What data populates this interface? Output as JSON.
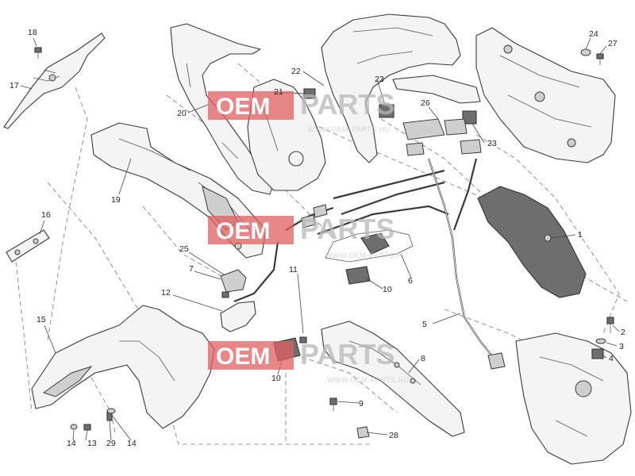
{
  "callouts": [
    {
      "id": "c1",
      "label": "1"
    },
    {
      "id": "c2",
      "label": "2"
    },
    {
      "id": "c3",
      "label": "3"
    },
    {
      "id": "c4",
      "label": "4"
    },
    {
      "id": "c5",
      "label": "5"
    },
    {
      "id": "c6",
      "label": "6"
    },
    {
      "id": "c7",
      "label": "7"
    },
    {
      "id": "c8",
      "label": "8"
    },
    {
      "id": "c9",
      "label": "9"
    },
    {
      "id": "c10a",
      "label": "10"
    },
    {
      "id": "c10b",
      "label": "10"
    },
    {
      "id": "c11",
      "label": "11"
    },
    {
      "id": "c12",
      "label": "12"
    },
    {
      "id": "c13",
      "label": "13"
    },
    {
      "id": "c14a",
      "label": "14"
    },
    {
      "id": "c14b",
      "label": "14"
    },
    {
      "id": "c15",
      "label": "15"
    },
    {
      "id": "c16",
      "label": "16"
    },
    {
      "id": "c17",
      "label": "17"
    },
    {
      "id": "c18",
      "label": "18"
    },
    {
      "id": "c19",
      "label": "19"
    },
    {
      "id": "c20",
      "label": "20"
    },
    {
      "id": "c21",
      "label": "21"
    },
    {
      "id": "c22",
      "label": "22"
    },
    {
      "id": "c23a",
      "label": "23"
    },
    {
      "id": "c23b",
      "label": "23"
    },
    {
      "id": "c24",
      "label": "24"
    },
    {
      "id": "c25",
      "label": "25"
    },
    {
      "id": "c26",
      "label": "26"
    },
    {
      "id": "c27",
      "label": "27"
    },
    {
      "id": "c28",
      "label": "28"
    },
    {
      "id": "c29",
      "label": "29"
    }
  ],
  "watermark": {
    "brand_a": "OEM",
    "brand_b": "PARTS",
    "url": "WWW.OEM-PARTS.HU"
  },
  "colors": {
    "watermark_red": "#e06060",
    "watermark_grey": "#b8b8b8",
    "line": "#3a3a3a"
  }
}
